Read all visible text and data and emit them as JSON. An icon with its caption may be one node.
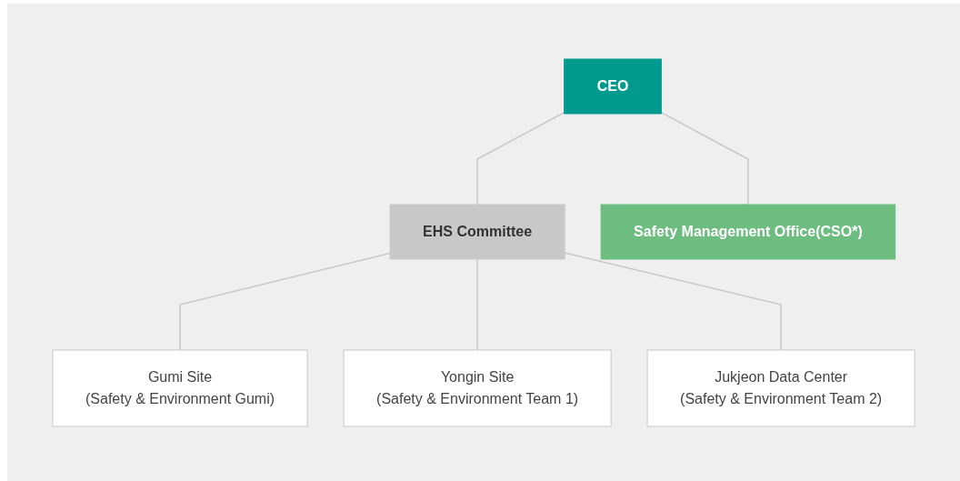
{
  "diagram": {
    "nodes": [
      {
        "text": [
          "CEO"
        ]
      },
      {
        "text": [
          "Safety Management Office(CSO*)"
        ]
      },
      {
        "text": [
          "EHS Committee"
        ]
      },
      {
        "text": [
          "Gumi Site",
          "(Safety & Environment Gumi)"
        ]
      },
      {
        "text": [
          "Yongin Site",
          "(Safety & Environment Team 1)"
        ]
      },
      {
        "text": [
          "Jukjeon Data Center",
          "(Safety & Environment Team 2)"
        ]
      }
    ],
    "edges": [
      {
        "from": 0,
        "to": 2,
        "arrow": "none"
      },
      {
        "from": 0,
        "to": 1,
        "arrow": "none"
      },
      {
        "from": 2,
        "to": 3,
        "arrow": "none"
      },
      {
        "from": 2,
        "to": 4,
        "arrow": "none"
      },
      {
        "from": 2,
        "to": 5,
        "arrow": "none"
      }
    ]
  }
}
